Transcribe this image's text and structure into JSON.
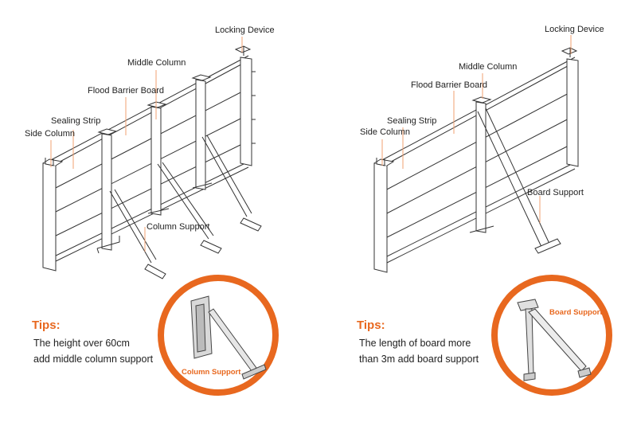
{
  "left": {
    "labels": {
      "locking_device": "Locking Device",
      "middle_column": "Middle Column",
      "flood_barrier_board": "Flood Barrier Board",
      "sealing_strip": "Sealing Strip",
      "side_column": "Side Column",
      "column_support": "Column Support"
    },
    "tips": {
      "title": "Tips:",
      "line1": "The height over 60cm",
      "line2": "add middle column support"
    },
    "circle_label": "Column Support"
  },
  "right": {
    "labels": {
      "locking_device": "Locking Device",
      "middle_column": "Middle Column",
      "flood_barrier_board": "Flood Barrier Board",
      "sealing_strip": "Sealing Strip",
      "side_column": "Side Column",
      "board_support": "Board Support"
    },
    "tips": {
      "title": "Tips:",
      "line1": "The length of board more",
      "line2": "than 3m add board support"
    },
    "circle_label": "Board Support"
  },
  "colors": {
    "accent": "#e8681f",
    "line": "#333333",
    "leader": "#f0a070"
  }
}
